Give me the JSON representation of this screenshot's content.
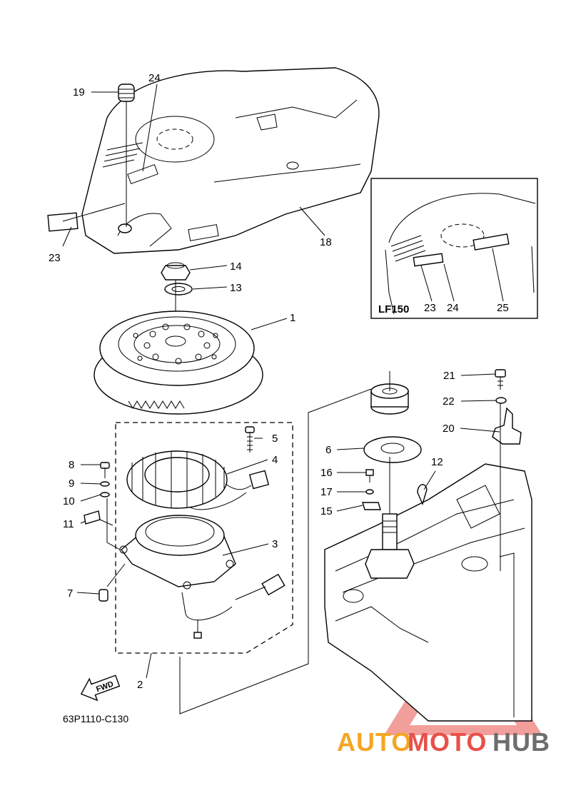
{
  "diagram_code": "63P1110-C130",
  "inset_model": "LF150",
  "fwd_label": "FWD",
  "watermark": {
    "auto": "AUTO",
    "moto": "MOTO",
    "hub": "HUB"
  },
  "colors": {
    "watermark_orange": "#f5a623",
    "watermark_red": "#e8504a",
    "watermark_gray": "#6d6d6d"
  },
  "callouts": {
    "n1": "1",
    "n2": "2",
    "n3": "3",
    "n4": "4",
    "n5": "5",
    "n6": "6",
    "n7": "7",
    "n8": "8",
    "n9": "9",
    "n10": "10",
    "n11": "11",
    "n12": "12",
    "n13": "13",
    "n14": "14",
    "n15": "15",
    "n16": "16",
    "n17": "17",
    "n18": "18",
    "n19": "19",
    "n20": "20",
    "n21": "21",
    "n22": "22",
    "n23": "23",
    "n24": "24",
    "inset23": "23",
    "inset24": "24",
    "inset25": "25"
  }
}
